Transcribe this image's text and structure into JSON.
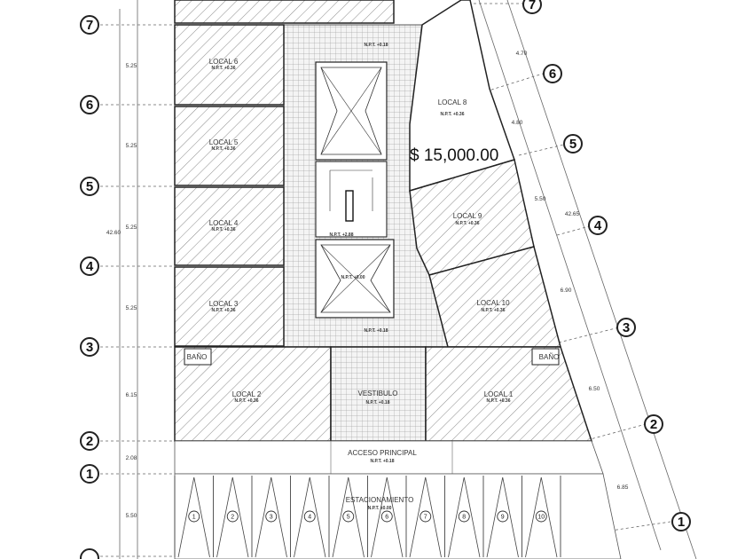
{
  "price": "$ 15,000.00",
  "grid_rows_left": [
    "7",
    "6",
    "5",
    "4",
    "3",
    "2",
    "1"
  ],
  "grid_rows_right": [
    "7",
    "6",
    "5",
    "4",
    "3",
    "2",
    "1"
  ],
  "left_dimensions": [
    "5.25",
    "5.25",
    "5.25",
    "5.25",
    "6.15",
    "2.08",
    "5.50"
  ],
  "left_total": "42.60",
  "right_dimensions": [
    "4.70",
    "4.80",
    "5.50",
    "6.90",
    "6.50",
    "6.85"
  ],
  "right_total": "42.65",
  "locals": [
    {
      "name": "LOCAL 6",
      "level": "N.P.T. +0.36"
    },
    {
      "name": "LOCAL 5",
      "level": "N.P.T. +0.36"
    },
    {
      "name": "LOCAL 4",
      "level": "N.P.T. +0.36"
    },
    {
      "name": "LOCAL 3",
      "level": "N.P.T. +0.36"
    },
    {
      "name": "LOCAL 2",
      "level": "N.P.T. +0.36"
    },
    {
      "name": "LOCAL 8",
      "level": "N.P.T. +0.36"
    },
    {
      "name": "LOCAL 9",
      "level": "N.P.T. +0.36"
    },
    {
      "name": "LOCAL 10",
      "level": "N.P.T. +0.36"
    },
    {
      "name": "LOCAL 1",
      "level": "N.P.T. +0.36"
    }
  ],
  "core_levels": {
    "top": "N.P.T. +0.18",
    "stair": "N.P.T. +2.88",
    "lower": "N.P.T. +0.00",
    "bottom": "N.P.T. +0.18"
  },
  "bathrooms": [
    "BAÑO",
    "BAÑO"
  ],
  "vestibulo": {
    "name": "VESTIBULO",
    "level": "N.P.T. +0.18"
  },
  "acceso": {
    "name": "ACCESO PRINCIPAL",
    "level": "N.P.T. +0.18"
  },
  "parking": {
    "name": "ESTACIONAMIENTO",
    "level": "N.P.T. ±0.00"
  },
  "parking_stalls": [
    "1",
    "2",
    "3",
    "4",
    "5",
    "6",
    "7",
    "8",
    "9",
    "10"
  ]
}
